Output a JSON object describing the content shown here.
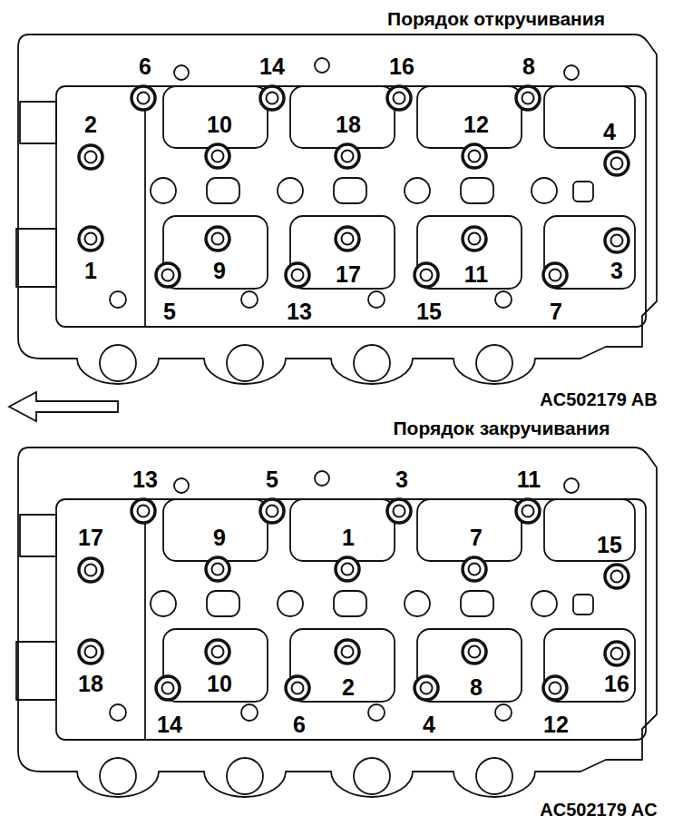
{
  "diagram": {
    "labels": [
      "Порядок откручивания",
      "6",
      "14",
      "16",
      "8",
      "2",
      "10",
      "18",
      "12",
      "4",
      "1",
      "9",
      "17",
      "11",
      "3",
      "5",
      "13",
      "15",
      "7",
      "AC502179 AB",
      "Порядок закручивания",
      "13",
      "5",
      "3",
      "11",
      "17",
      "9",
      "1",
      "7",
      "15",
      "18",
      "10",
      "2",
      "8",
      "16",
      "14",
      "6",
      "4",
      "12",
      "AC502179 AC"
    ]
  }
}
